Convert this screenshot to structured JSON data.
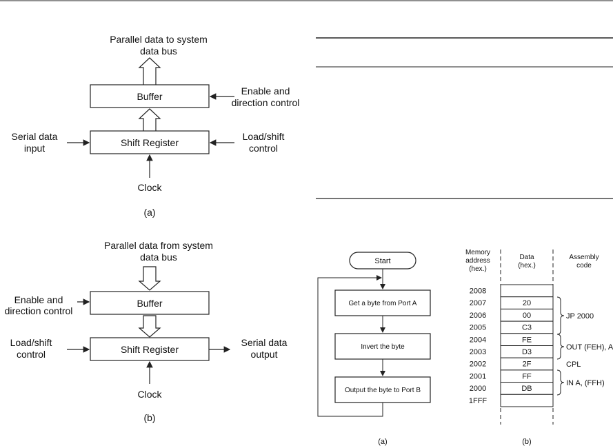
{
  "diagram_a": {
    "top_label_line1": "Parallel data to system",
    "top_label_line2": "data bus",
    "buffer": "Buffer",
    "enable_line1": "Enable and",
    "enable_line2": "direction control",
    "shift_register": "Shift Register",
    "serial_in_line1": "Serial data",
    "serial_in_line2": "input",
    "load_line1": "Load/shift",
    "load_line2": "control",
    "clock": "Clock",
    "caption": "(a)"
  },
  "diagram_b": {
    "top_label_line1": "Parallel data from system",
    "top_label_line2": "data bus",
    "buffer": "Buffer",
    "enable_line1": "Enable and",
    "enable_line2": "direction control",
    "shift_register": "Shift Register",
    "load_line1": "Load/shift",
    "load_line2": "control",
    "serial_out_line1": "Serial data",
    "serial_out_line2": "output",
    "clock": "Clock",
    "caption": "(b)"
  },
  "flowchart": {
    "start": "Start",
    "step1": "Get a byte from Port A",
    "step2": "Invert the byte",
    "step3": "Output the byte to Port B",
    "caption": "(a)"
  },
  "memory_map": {
    "header_address_line1": "Memory",
    "header_address_line2": "address",
    "header_address_line3": "(hex.)",
    "header_data_line1": "Data",
    "header_data_line2": "(hex.)",
    "header_asm_line1": "Assembly",
    "header_asm_line2": "code",
    "rows": [
      {
        "address": "2008",
        "data": ""
      },
      {
        "address": "2007",
        "data": "20"
      },
      {
        "address": "2006",
        "data": "00"
      },
      {
        "address": "2005",
        "data": "C3"
      },
      {
        "address": "2004",
        "data": "FE"
      },
      {
        "address": "2003",
        "data": "D3"
      },
      {
        "address": "2002",
        "data": "2F"
      },
      {
        "address": "2001",
        "data": "FF"
      },
      {
        "address": "2000",
        "data": "DB"
      },
      {
        "address": "1FFF",
        "data": ""
      }
    ],
    "asm": [
      "JP 2000",
      "OUT (FEH), A",
      "CPL",
      "IN A, (FFH)"
    ],
    "caption": "(b)"
  }
}
